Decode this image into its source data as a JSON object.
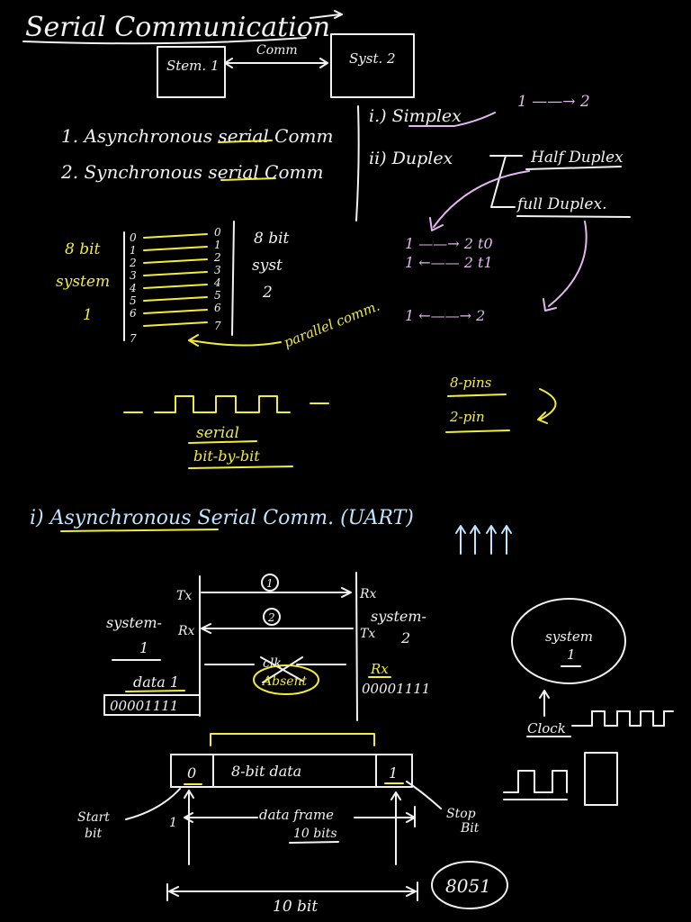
{
  "title": "Serial Communication",
  "block_diagram": {
    "system1": "Stem. 1",
    "system2": "Syst. 2",
    "link": "Comm"
  },
  "types": [
    "1. Asynchronous serial Comm",
    "2. Synchronous serial Comm"
  ],
  "modes": {
    "simplex": "i.) Simplex",
    "duplex": "ii) Duplex",
    "simplex_example": "1 ——→ 2",
    "half_duplex": "Half Duplex",
    "full_duplex": "full Duplex.",
    "half_rows": [
      "1 ——→ 2   t0",
      "1 ←—— 2   t1"
    ],
    "full_row": "1 ←——→ 2"
  },
  "parallel": {
    "left_label": [
      "8 bit",
      "system",
      "1"
    ],
    "right_label": [
      "8 bit",
      "syst",
      "2"
    ],
    "bits": [
      "0",
      "1",
      "2",
      "3",
      "4",
      "5",
      "6",
      "7"
    ],
    "note": "parallel comm."
  },
  "pins": {
    "parallel": "8-pins",
    "serial": "2-pin"
  },
  "serial_note": [
    "serial",
    "bit-by-bit"
  ],
  "section_heading": "i) Asynchronous Serial Comm. (UART)",
  "uart": {
    "tx1": "Tx",
    "rx1": "Rx",
    "rx2": "Rx",
    "tx2": "Tx",
    "line1": "1",
    "line2": "2",
    "system1": [
      "system-",
      "1"
    ],
    "system2": [
      "system-",
      "2"
    ],
    "data1": "data 1",
    "data_bits1": "00001111",
    "rx_label": "Rx",
    "data_bits2": "00001111",
    "clk": "clk",
    "absent": "Absent"
  },
  "clock_system": {
    "label": [
      "system",
      "1"
    ],
    "clock": "Clock"
  },
  "frame": {
    "start_value": "0",
    "data": "8-bit data",
    "stop_value": "1",
    "start_bit": [
      "Start",
      "bit"
    ],
    "stop_bit": [
      "Stop",
      "Bit"
    ],
    "frame_label": [
      "data frame",
      "10 bits"
    ],
    "one_left": "1",
    "total": "10 bit"
  },
  "chip": "8051"
}
